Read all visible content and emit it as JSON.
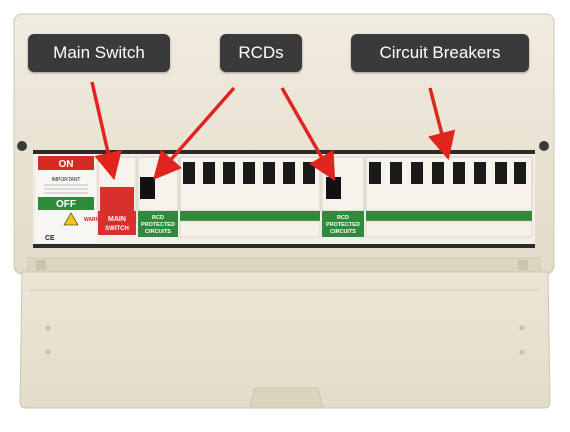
{
  "callouts": {
    "main_switch": "Main Switch",
    "rcds": "RCDs",
    "circuit_breakers": "Circuit Breakers"
  },
  "panel": {
    "on_label": "ON",
    "off_label": "OFF",
    "important": "IMPORTANT",
    "warning": "WARNING",
    "ce_mark": "CE",
    "main_switch_label_1": "MAIN",
    "main_switch_label_2": "SWITCH",
    "rcd_label_1": "RCD",
    "rcd_label_2": "PROTECTED",
    "rcd_label_3": "CIRCUITS"
  },
  "colors": {
    "callout_bg": "#3a3a3a",
    "arrow": "#e0241e",
    "on_red": "#d42a24",
    "off_green": "#2f8a3a",
    "main_switch_red": "#d8312b",
    "rcd_green": "#2e8b3c",
    "enclosure": "#ebe4d4"
  },
  "icons": {
    "arrow": "red-arrow-icon",
    "warning": "warning-triangle-icon"
  }
}
